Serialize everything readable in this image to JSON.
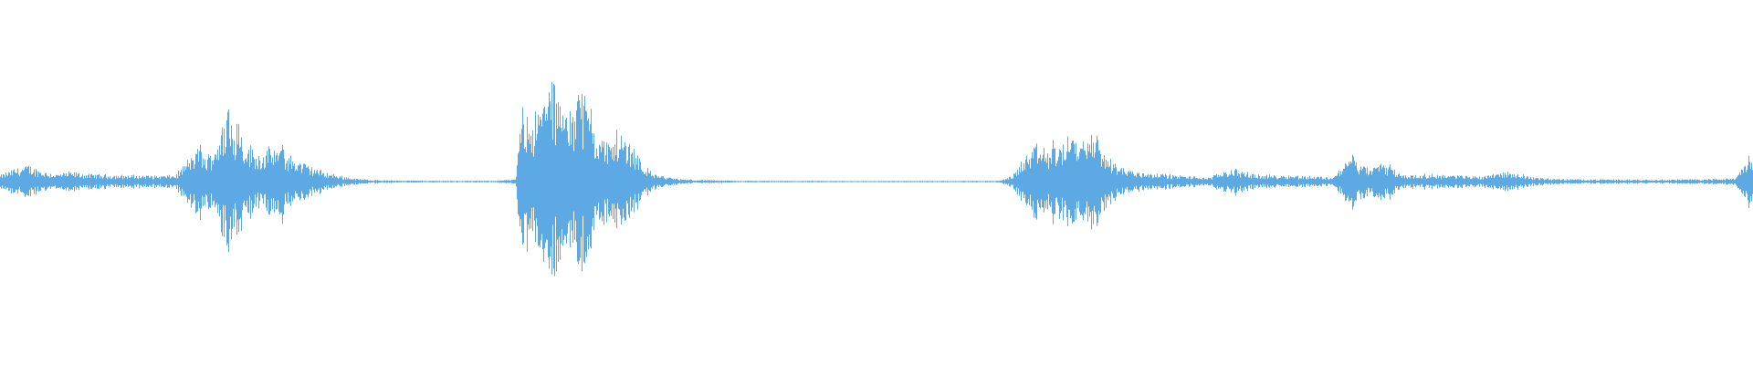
{
  "waveform": {
    "color": "#5DA9E3",
    "envelope": [
      [
        0.0,
        0.03
      ],
      [
        0.008,
        0.06
      ],
      [
        0.016,
        0.075
      ],
      [
        0.024,
        0.05
      ],
      [
        0.032,
        0.035
      ],
      [
        0.04,
        0.045
      ],
      [
        0.05,
        0.035
      ],
      [
        0.06,
        0.032
      ],
      [
        0.07,
        0.03
      ],
      [
        0.08,
        0.03
      ],
      [
        0.09,
        0.028
      ],
      [
        0.1,
        0.03
      ],
      [
        0.105,
        0.08
      ],
      [
        0.112,
        0.15
      ],
      [
        0.118,
        0.11
      ],
      [
        0.125,
        0.22
      ],
      [
        0.13,
        0.33
      ],
      [
        0.135,
        0.28
      ],
      [
        0.14,
        0.18
      ],
      [
        0.148,
        0.13
      ],
      [
        0.156,
        0.16
      ],
      [
        0.165,
        0.12
      ],
      [
        0.175,
        0.08
      ],
      [
        0.185,
        0.045
      ],
      [
        0.195,
        0.025
      ],
      [
        0.205,
        0.012
      ],
      [
        0.22,
        0.006
      ],
      [
        0.25,
        0.004
      ],
      [
        0.28,
        0.004
      ],
      [
        0.294,
        0.01
      ],
      [
        0.296,
        0.2
      ],
      [
        0.3,
        0.34
      ],
      [
        0.305,
        0.3
      ],
      [
        0.31,
        0.4
      ],
      [
        0.315,
        0.46
      ],
      [
        0.32,
        0.38
      ],
      [
        0.326,
        0.33
      ],
      [
        0.33,
        0.46
      ],
      [
        0.334,
        0.4
      ],
      [
        0.338,
        0.26
      ],
      [
        0.343,
        0.21
      ],
      [
        0.348,
        0.18
      ],
      [
        0.352,
        0.24
      ],
      [
        0.357,
        0.2
      ],
      [
        0.362,
        0.16
      ],
      [
        0.367,
        0.08
      ],
      [
        0.372,
        0.04
      ],
      [
        0.38,
        0.022
      ],
      [
        0.39,
        0.01
      ],
      [
        0.42,
        0.004
      ],
      [
        0.5,
        0.003
      ],
      [
        0.57,
        0.004
      ],
      [
        0.578,
        0.03
      ],
      [
        0.584,
        0.11
      ],
      [
        0.592,
        0.17
      ],
      [
        0.6,
        0.14
      ],
      [
        0.608,
        0.2
      ],
      [
        0.616,
        0.17
      ],
      [
        0.624,
        0.21
      ],
      [
        0.63,
        0.13
      ],
      [
        0.636,
        0.09
      ],
      [
        0.642,
        0.06
      ],
      [
        0.65,
        0.045
      ],
      [
        0.66,
        0.04
      ],
      [
        0.67,
        0.03
      ],
      [
        0.68,
        0.025
      ],
      [
        0.69,
        0.018
      ],
      [
        0.698,
        0.05
      ],
      [
        0.705,
        0.06
      ],
      [
        0.712,
        0.04
      ],
      [
        0.72,
        0.03
      ],
      [
        0.735,
        0.03
      ],
      [
        0.75,
        0.025
      ],
      [
        0.76,
        0.02
      ],
      [
        0.765,
        0.06
      ],
      [
        0.77,
        0.12
      ],
      [
        0.776,
        0.08
      ],
      [
        0.782,
        0.06
      ],
      [
        0.788,
        0.09
      ],
      [
        0.793,
        0.07
      ],
      [
        0.798,
        0.04
      ],
      [
        0.804,
        0.03
      ],
      [
        0.815,
        0.035
      ],
      [
        0.83,
        0.03
      ],
      [
        0.845,
        0.025
      ],
      [
        0.855,
        0.045
      ],
      [
        0.865,
        0.04
      ],
      [
        0.875,
        0.02
      ],
      [
        0.89,
        0.012
      ],
      [
        0.92,
        0.01
      ],
      [
        0.95,
        0.01
      ],
      [
        0.975,
        0.012
      ],
      [
        0.99,
        0.015
      ],
      [
        0.995,
        0.08
      ],
      [
        1.0,
        0.11
      ]
    ],
    "spikes": [
      [
        0.13,
        0.46
      ],
      [
        0.136,
        0.3
      ],
      [
        0.161,
        0.25
      ],
      [
        0.114,
        0.22
      ],
      [
        0.298,
        0.4
      ],
      [
        0.313,
        0.56
      ],
      [
        0.33,
        0.58
      ],
      [
        0.337,
        0.45
      ],
      [
        0.323,
        0.42
      ],
      [
        0.601,
        0.26
      ],
      [
        0.612,
        0.27
      ],
      [
        0.626,
        0.3
      ],
      [
        0.618,
        0.22
      ],
      [
        0.772,
        0.18
      ],
      [
        0.793,
        0.1
      ],
      [
        0.998,
        0.14
      ]
    ]
  }
}
